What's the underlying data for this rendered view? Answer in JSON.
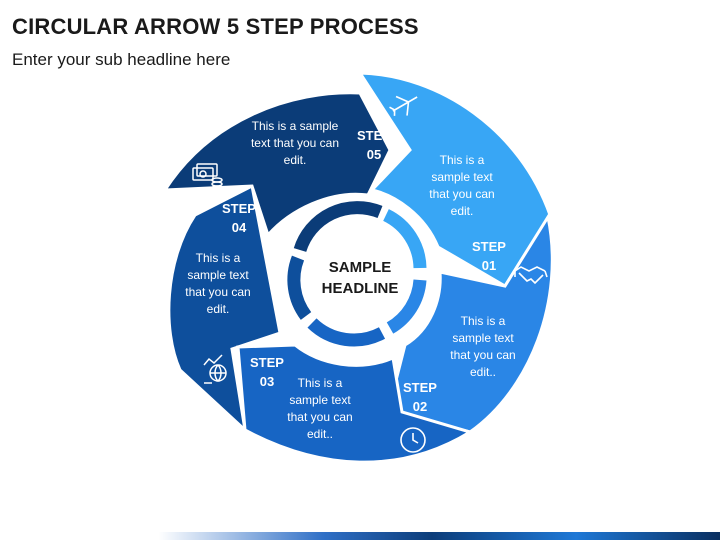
{
  "title": "CIRCULAR ARROW 5 STEP PROCESS",
  "subtitle": "Enter your sub headline here",
  "center": {
    "line1": "SAMPLE",
    "line2": "HEADLINE"
  },
  "steps": [
    {
      "word": "STEP",
      "num": "01",
      "lines": [
        "This is a",
        "sample text",
        "that you can",
        "edit."
      ],
      "icon": "handshake-icon",
      "color": "#38a6f5"
    },
    {
      "word": "STEP",
      "num": "02",
      "lines": [
        "This is a",
        "sample text",
        "that you can",
        "edit.."
      ],
      "icon": "clock-icon",
      "color": "#2a86e6"
    },
    {
      "word": "STEP",
      "num": "03",
      "lines": [
        "This is a",
        "sample text",
        "that you can",
        "edit.."
      ],
      "icon": "clock-icon",
      "color": "#1765c4"
    },
    {
      "word": "STEP",
      "num": "04",
      "lines": [
        "This is a",
        "sample text",
        "that you can",
        "edit."
      ],
      "icon": "globe-chart-icon",
      "color": "#0e4f9c"
    },
    {
      "word": "STEP",
      "num": "05",
      "lines": [
        "This is a sample",
        "text that you can",
        "edit."
      ],
      "icon": "money-icon",
      "color": "#0b3c78"
    }
  ],
  "top_icon": "airplane-icon",
  "colors": {
    "title": "#1a1a1a",
    "white": "#ffffff"
  }
}
